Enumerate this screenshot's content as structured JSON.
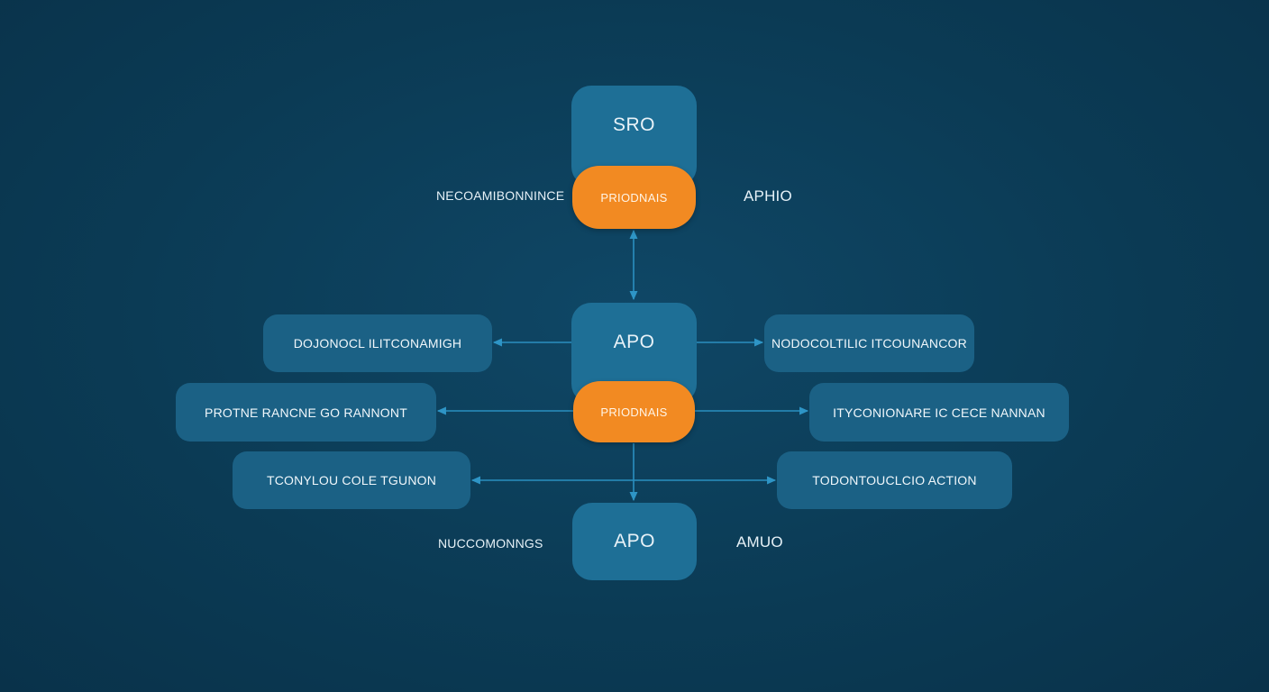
{
  "diagram": {
    "top_block": {
      "title": "SRO",
      "badge": "PRIODNAIS"
    },
    "left_top_note": "NECOAMIBONNINCE",
    "right_top_note": "APHIO",
    "middle_block": {
      "title": "APO",
      "badge": "PRIODNAIS"
    },
    "left_nodes": [
      "DOJONOCL ILITCONAMIGH",
      "PROTNE RANCNE GO RANNONT",
      "TCONYLOU COLE TGUNON"
    ],
    "right_nodes": [
      "NODOCOLTILIC ITCOUNANCOR",
      "ITYCONIONARE IC CECE NANNAN",
      "TODONTOUCLCIO ACTION"
    ],
    "bottom_block": {
      "title": "APO"
    },
    "left_bottom_note": "NUCCOMONNGS",
    "right_bottom_note": "AMUO",
    "colors": {
      "background": "#0b3b55",
      "core_box": "#1e6f96",
      "side_box": "#1b6185",
      "badge": "#f28a22",
      "connector": "#2a8fc0"
    }
  }
}
